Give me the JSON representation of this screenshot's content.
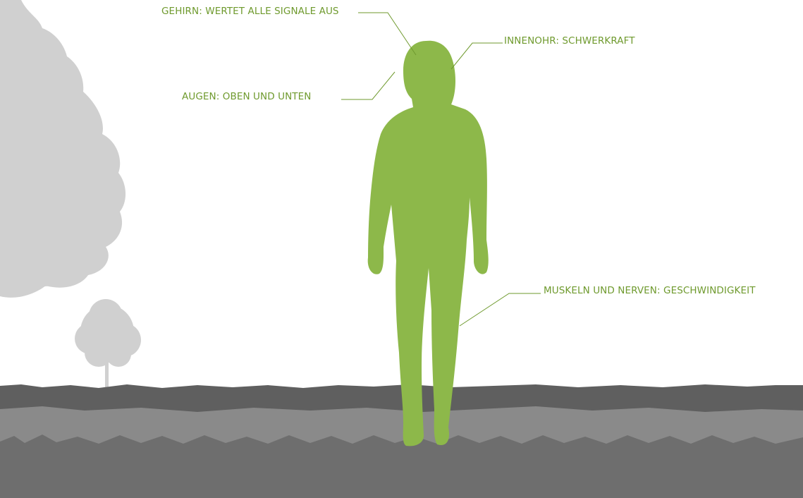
{
  "labels": {
    "brain": "GEHIRN: WERTET ALLE SIGNALE AUS",
    "inner_ear": "INNENOHR: SCHWERKRAFT",
    "eyes": "AUGEN: OBEN UND UNTEN",
    "muscles_nerves": "MUSKELN UND NERVEN: GESCHWINDIGKEIT"
  },
  "colors": {
    "accent_green": "#8db84a",
    "label_text": "#6f9a2e",
    "tree_grey": "#d0d0d0",
    "ground_dark": "#5f5f5f",
    "ground_mid": "#8a8a8a",
    "ground_front": "#6e6e6e",
    "background": "#ffffff"
  }
}
